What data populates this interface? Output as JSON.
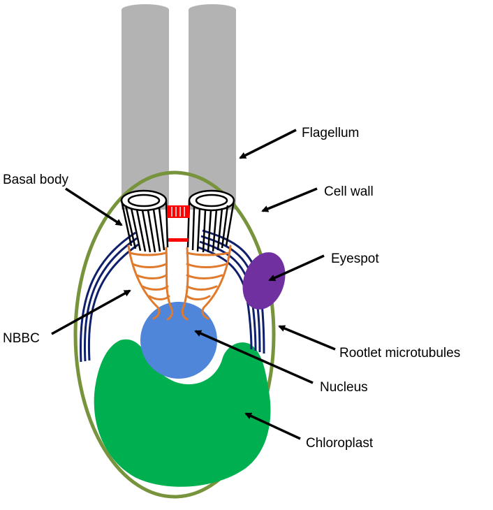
{
  "labels": {
    "flagellum": "Flagellum",
    "basal_body": "Basal body",
    "cell_wall": "Cell wall",
    "eyespot": "Eyespot",
    "nbbc": "NBBC",
    "rootlet_microtubules": "Rootlet microtubules",
    "nucleus": "Nucleus",
    "chloroplast": "Chloroplast"
  },
  "colors": {
    "flagellum": "#b3b3b3",
    "cell_wall": "#77933c",
    "rootlet": "#0f1f6b",
    "nbbc_fiber": "#e07b2e",
    "connector": "#ff0000",
    "eyespot": "#7030a0",
    "nucleus": "#4f86d9",
    "chloroplast": "#00b050",
    "basal_body": "#000000"
  }
}
